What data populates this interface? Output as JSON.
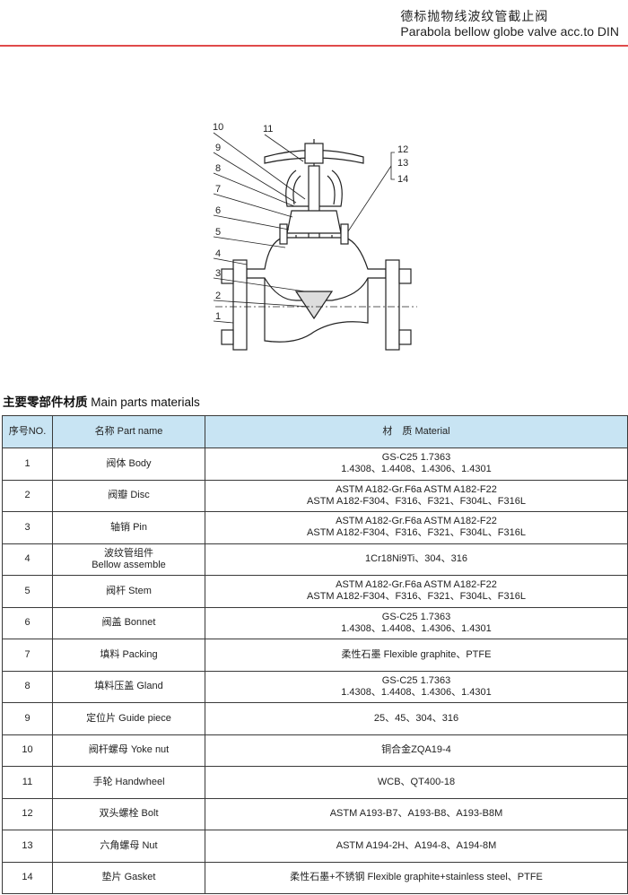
{
  "header": {
    "title_cn": "德标抛物线波纹管截止阀",
    "title_en": "Parabola bellow globe valve acc.to DIN"
  },
  "colors": {
    "accent_rule": "#e04a4a",
    "table_header_bg": "#c8e4f3"
  },
  "drawing": {
    "labels": [
      "10",
      "11",
      "9",
      "8",
      "7",
      "6",
      "5",
      "4",
      "3",
      "2",
      "1",
      "12",
      "13",
      "14"
    ]
  },
  "section": {
    "title_cn": "主要零部件材质",
    "title_en": "Main parts materials"
  },
  "table": {
    "headers": {
      "no": "序号NO.",
      "name": "名称 Part name",
      "material": "材　质 Material"
    },
    "rows": [
      {
        "no": "1",
        "name": [
          "阀体 Body"
        ],
        "material": [
          "GS-C25  1.7363",
          "1.4308、1.4408、1.4306、1.4301"
        ]
      },
      {
        "no": "2",
        "name": [
          "阀瓣 Disc"
        ],
        "material": [
          "ASTM  A182-Gr.F6a  ASTM  A182-F22",
          "ASTM  A182-F304、F316、F321、F304L、F316L"
        ]
      },
      {
        "no": "3",
        "name": [
          "轴销 Pin"
        ],
        "material": [
          "ASTM  A182-Gr.F6a  ASTM  A182-F22",
          "ASTM  A182-F304、F316、F321、F304L、F316L"
        ]
      },
      {
        "no": "4",
        "name": [
          "波纹管组件",
          "Bellow assemble"
        ],
        "material": [
          "1Cr18Ni9Ti、304、316"
        ]
      },
      {
        "no": "5",
        "name": [
          "阀杆 Stem"
        ],
        "material": [
          "ASTM  A182-Gr.F6a  ASTM  A182-F22",
          "ASTM  A182-F304、F316、F321、F304L、F316L"
        ]
      },
      {
        "no": "6",
        "name": [
          "阀盖 Bonnet"
        ],
        "material": [
          "GS-C25  1.7363",
          "1.4308、1.4408、1.4306、1.4301"
        ]
      },
      {
        "no": "7",
        "name": [
          "填料 Packing"
        ],
        "material": [
          "柔性石墨 Flexible graphite、PTFE"
        ]
      },
      {
        "no": "8",
        "name": [
          "填料压盖 Gland"
        ],
        "material": [
          "GS-C25  1.7363",
          "1.4308、1.4408、1.4306、1.4301"
        ]
      },
      {
        "no": "9",
        "name": [
          "定位片 Guide piece"
        ],
        "material": [
          "25、45、304、316"
        ]
      },
      {
        "no": "10",
        "name": [
          "阀杆螺母 Yoke nut"
        ],
        "material": [
          "铜合金ZQA19-4"
        ]
      },
      {
        "no": "11",
        "name": [
          "手轮 Handwheel"
        ],
        "material": [
          "WCB、QT400-18"
        ]
      },
      {
        "no": "12",
        "name": [
          "双头螺栓 Bolt"
        ],
        "material": [
          "ASTM A193-B7、A193-B8、A193-B8M"
        ]
      },
      {
        "no": "13",
        "name": [
          "六角螺母 Nut"
        ],
        "material": [
          "ASTM A194-2H、A194-8、A194-8M"
        ]
      },
      {
        "no": "14",
        "name": [
          "垫片 Gasket"
        ],
        "material": [
          "柔性石墨+不锈钢 Flexible graphite+stainless steel、PTFE"
        ]
      }
    ]
  }
}
